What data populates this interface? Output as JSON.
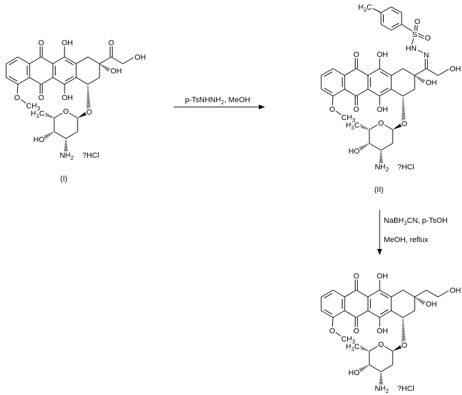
{
  "atoms": {
    "O": "O",
    "OH": "OH",
    "HO": "HO",
    "CH": "CH",
    "H": "H",
    "C": "C",
    "NH": "NH",
    "HN": "HN",
    "N": "N",
    "S": "S",
    "sub2": "2",
    "sub3": "3"
  },
  "salt": "?HCl",
  "compounds": [
    {
      "label": "(I)"
    },
    {
      "label": "(II)"
    }
  ],
  "steps": [
    {
      "reagent_parts": [
        "p-TsNHNH",
        "2",
        ", MeOH"
      ]
    },
    {
      "line1_parts": [
        "NaBH",
        "3",
        "CN, p-TsOH"
      ],
      "line2": "MeOH, reflux"
    }
  ]
}
